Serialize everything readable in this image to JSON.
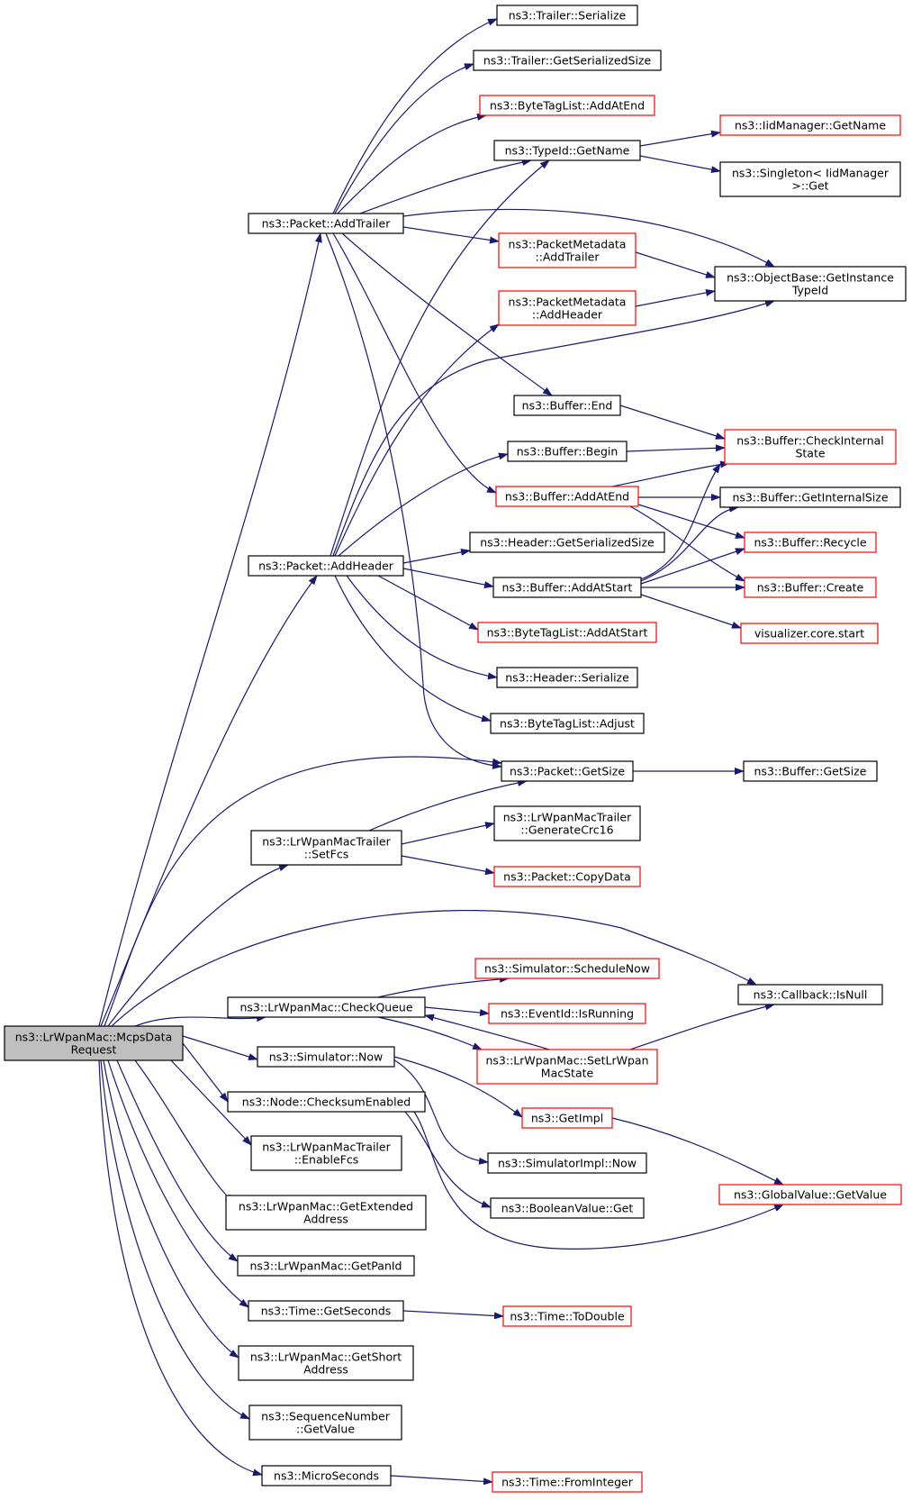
{
  "colors": {
    "edge": "#191970",
    "node_border_normal": "#000000",
    "node_border_undocumented": "#ff0000",
    "root_fill": "#bfbfbf",
    "node_fill": "#ffffff"
  },
  "nodes": {
    "root": [
      "ns3::LrWpanMac::McpsData",
      "Request"
    ],
    "packet_addtrailer": [
      "ns3::Packet::AddTrailer"
    ],
    "packet_addheader": [
      "ns3::Packet::AddHeader"
    ],
    "trailer_setfcs": [
      "ns3::LrWpanMacTrailer",
      "::SetFcs"
    ],
    "checkqueue": [
      "ns3::LrWpanMac::CheckQueue"
    ],
    "simulator_now": [
      "ns3::Simulator::Now"
    ],
    "checksum_enabled": [
      "ns3::Node::ChecksumEnabled"
    ],
    "trailer_enablefcs": [
      "ns3::LrWpanMacTrailer",
      "::EnableFcs"
    ],
    "get_extended_address": [
      "ns3::LrWpanMac::GetExtended",
      "Address"
    ],
    "get_panid": [
      "ns3::LrWpanMac::GetPanId"
    ],
    "time_getseconds": [
      "ns3::Time::GetSeconds"
    ],
    "get_short_address": [
      "ns3::LrWpanMac::GetShort",
      "Address"
    ],
    "seqnum_getvalue": [
      "ns3::SequenceNumber",
      "::GetValue"
    ],
    "microseconds": [
      "ns3::MicroSeconds"
    ],
    "trailer_serialize": [
      "ns3::Trailer::Serialize"
    ],
    "trailer_getserializedsize": [
      "ns3::Trailer::GetSerializedSize"
    ],
    "bytetaglist_addatend": [
      "ns3::ByteTagList::AddAtEnd"
    ],
    "typeid_getname": [
      "ns3::TypeId::GetName"
    ],
    "pm_addtrailer": [
      "ns3::PacketMetadata",
      "::AddTrailer"
    ],
    "pm_addheader": [
      "ns3::PacketMetadata",
      "::AddHeader"
    ],
    "buffer_end": [
      "ns3::Buffer::End"
    ],
    "buffer_begin": [
      "ns3::Buffer::Begin"
    ],
    "buffer_addatend": [
      "ns3::Buffer::AddAtEnd"
    ],
    "header_getserializedsize": [
      "ns3::Header::GetSerializedSize"
    ],
    "buffer_addatstart": [
      "ns3::Buffer::AddAtStart"
    ],
    "bytetaglist_addatstart": [
      "ns3::ByteTagList::AddAtStart"
    ],
    "header_serialize": [
      "ns3::Header::Serialize"
    ],
    "bytetaglist_adjust": [
      "ns3::ByteTagList::Adjust"
    ],
    "packet_getsize": [
      "ns3::Packet::GetSize"
    ],
    "trailer_generatecrc16": [
      "ns3::LrWpanMacTrailer",
      "::GenerateCrc16"
    ],
    "packet_copydata": [
      "ns3::Packet::CopyData"
    ],
    "sim_schedulenow": [
      "ns3::Simulator::ScheduleNow"
    ],
    "eventid_isrunning": [
      "ns3::EventId::IsRunning"
    ],
    "setlrwpanmacstate": [
      "ns3::LrWpanMac::SetLrWpan",
      "MacState"
    ],
    "getimpl": [
      "ns3::GetImpl"
    ],
    "simimpl_now": [
      "ns3::SimulatorImpl::Now"
    ],
    "booleanvalue_get": [
      "ns3::BooleanValue::Get"
    ],
    "time_todouble": [
      "ns3::Time::ToDouble"
    ],
    "time_frominteger": [
      "ns3::Time::FromInteger"
    ],
    "iidmanager_getname": [
      "ns3::IidManager::GetName"
    ],
    "singleton_get": [
      "ns3::Singleton< IidManager",
      ">::Get"
    ],
    "objectbase_getinstancetypeid": [
      "ns3::ObjectBase::GetInstance",
      "TypeId"
    ],
    "buffer_checkinternalstate": [
      "ns3::Buffer::CheckInternal",
      "State"
    ],
    "buffer_getinternalsize": [
      "ns3::Buffer::GetInternalSize"
    ],
    "buffer_recycle": [
      "ns3::Buffer::Recycle"
    ],
    "buffer_create": [
      "ns3::Buffer::Create"
    ],
    "visualizer_start": [
      "visualizer.core.start"
    ],
    "buffer_getsize": [
      "ns3::Buffer::GetSize"
    ],
    "callback_isnull": [
      "ns3::Callback::IsNull"
    ],
    "globalvalue_getvalue": [
      "ns3::GlobalValue::GetValue"
    ]
  }
}
